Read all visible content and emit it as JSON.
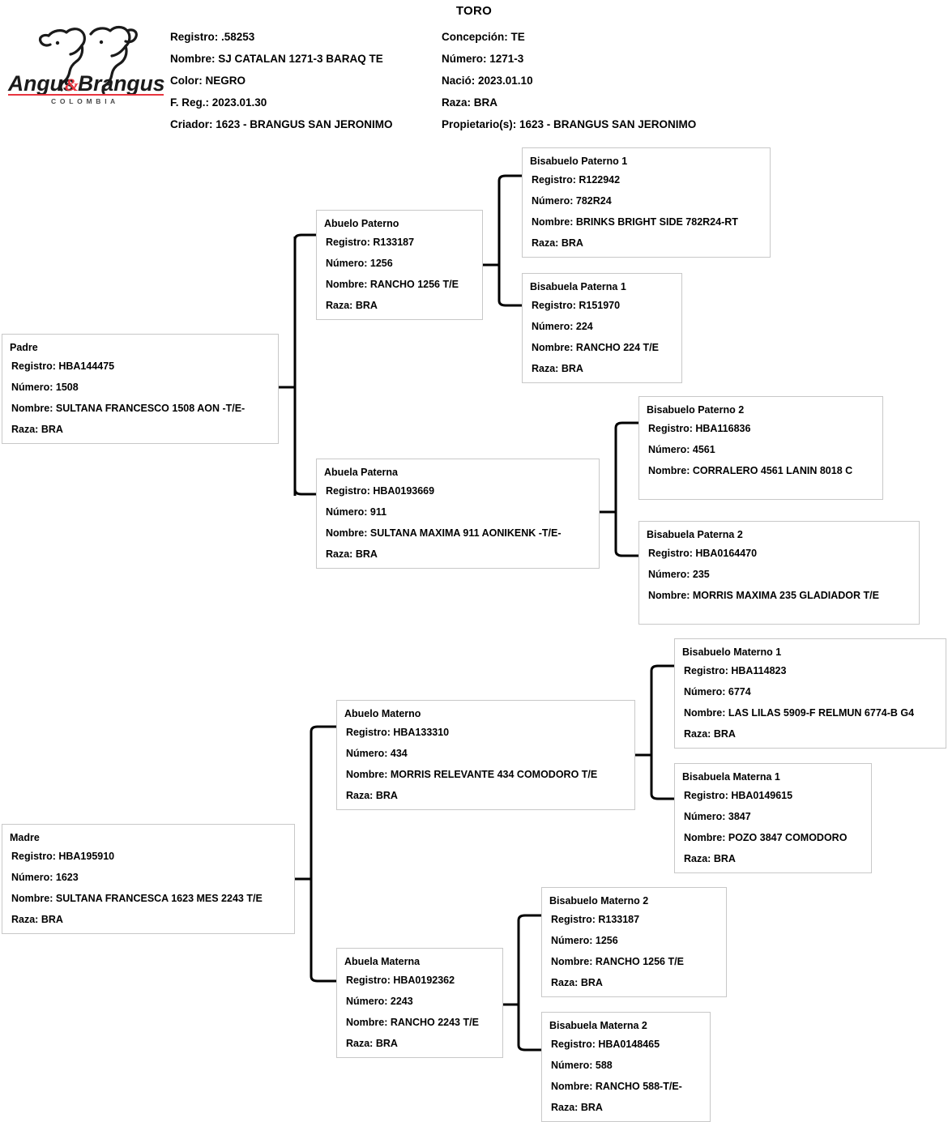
{
  "title": "TORO",
  "logo": {
    "word_one": "Angus",
    "ampersand": "&",
    "word_two": "Brangus",
    "country": "C O L O M B I A",
    "accent_color": "#e8353f",
    "ink_color": "#1a1a1a"
  },
  "header": {
    "rows": [
      {
        "left": "Registro: .58253",
        "right": "Concepción: TE"
      },
      {
        "left": "Nombre:  SJ CATALAN 1271-3 BARAQ TE",
        "right": "Número: 1271-3"
      },
      {
        "left": "Color: NEGRO",
        "right": "Nació: 2023.01.10"
      },
      {
        "left": "F. Reg.: 2023.01.30",
        "right": "Raza: BRA"
      },
      {
        "left": "Criador: 1623 - BRANGUS SAN JERONIMO",
        "right": "Propietario(s): 1623 - BRANGUS SAN JERONIMO"
      }
    ]
  },
  "pedigree": {
    "padre": {
      "role": "Padre",
      "registro": "Registro: HBA144475",
      "numero": "Número: 1508",
      "nombre": "Nombre: SULTANA FRANCESCO 1508 AON -T/E-",
      "raza": "Raza: BRA"
    },
    "abuelo_paterno": {
      "role": "Abuelo Paterno",
      "registro": "Registro: R133187",
      "numero": "Número: 1256",
      "nombre": "Nombre: RANCHO 1256 T/E",
      "raza": "Raza: BRA"
    },
    "abuela_paterna": {
      "role": "Abuela Paterna",
      "registro": "Registro: HBA0193669",
      "numero": "Número: 911",
      "nombre": "Nombre: SULTANA MAXIMA 911 AONIKENK -T/E-",
      "raza": "Raza: BRA"
    },
    "bisabuelo_paterno_1": {
      "role": "Bisabuelo Paterno 1",
      "registro": "Registro: R122942",
      "numero": "Número: 782R24",
      "nombre": "Nombre: BRINKS BRIGHT SIDE 782R24-RT",
      "raza": "Raza: BRA"
    },
    "bisabuela_paterna_1": {
      "role": "Bisabuela Paterna 1",
      "registro": "Registro: R151970",
      "numero": "Número: 224",
      "nombre": "Nombre: RANCHO 224 T/E",
      "raza": "Raza: BRA"
    },
    "bisabuelo_paterno_2": {
      "role": "Bisabuelo Paterno 2",
      "registro": "Registro: HBA116836",
      "numero": "Número: 4561",
      "nombre": "Nombre: CORRALERO 4561 LANIN 8018 C",
      "raza": ""
    },
    "bisabuela_paterna_2": {
      "role": "Bisabuela Paterna 2",
      "registro": "Registro: HBA0164470",
      "numero": "Número: 235",
      "nombre": "Nombre: MORRIS MAXIMA 235 GLADIADOR T/E",
      "raza": ""
    },
    "madre": {
      "role": "Madre",
      "registro": "Registro: HBA195910",
      "numero": "Número: 1623",
      "nombre": "Nombre: SULTANA FRANCESCA 1623 MES 2243 T/E",
      "raza": "Raza: BRA"
    },
    "abuelo_materno": {
      "role": "Abuelo Materno",
      "registro": "Registro: HBA133310",
      "numero": "Número: 434",
      "nombre": "Nombre: MORRIS RELEVANTE 434 COMODORO T/E",
      "raza": "Raza: BRA"
    },
    "abuela_materna": {
      "role": "Abuela Materna",
      "registro": "Registro: HBA0192362",
      "numero": "Número: 2243",
      "nombre": "Nombre: RANCHO 2243 T/E",
      "raza": "Raza: BRA"
    },
    "bisabuelo_materno_1": {
      "role": "Bisabuelo Materno 1",
      "registro": "Registro: HBA114823",
      "numero": "Número: 6774",
      "nombre": "Nombre: LAS LILAS 5909-F RELMUN 6774-B G4",
      "raza": "Raza: BRA"
    },
    "bisabuela_materna_1": {
      "role": "Bisabuela Materna 1",
      "registro": "Registro: HBA0149615",
      "numero": "Número: 3847",
      "nombre": "Nombre: POZO 3847 COMODORO",
      "raza": "Raza: BRA"
    },
    "bisabuelo_materno_2": {
      "role": "Bisabuelo Materno 2",
      "registro": "Registro: R133187",
      "numero": "Número: 1256",
      "nombre": "Nombre: RANCHO 1256 T/E",
      "raza": "Raza: BRA"
    },
    "bisabuela_materna_2": {
      "role": "Bisabuela Materna 2",
      "registro": "Registro: HBA0148465",
      "numero": "Número: 588",
      "nombre": "Nombre: RANCHO 588-T/E-",
      "raza": "Raza: BRA"
    }
  }
}
